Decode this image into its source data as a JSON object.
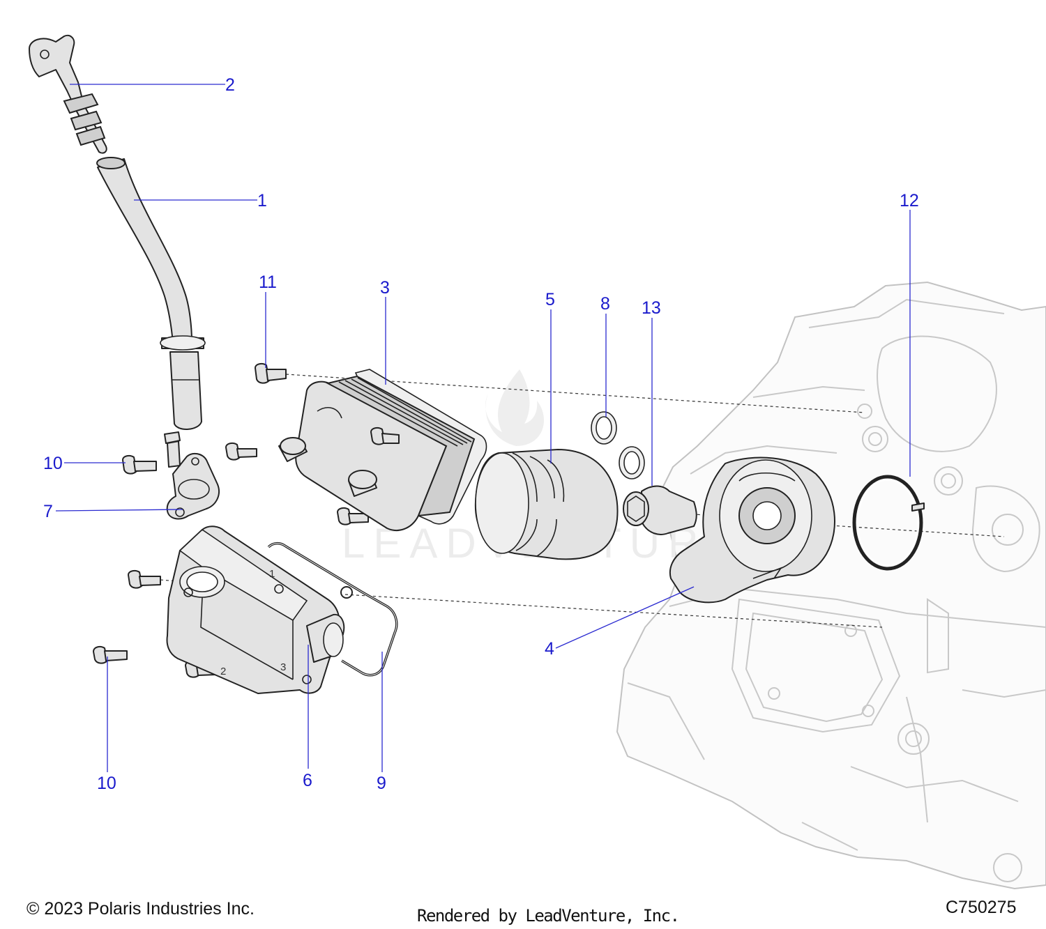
{
  "callouts": [
    {
      "id": "c1",
      "label": "1"
    },
    {
      "id": "c2",
      "label": "2"
    },
    {
      "id": "c3",
      "label": "3"
    },
    {
      "id": "c4",
      "label": "4"
    },
    {
      "id": "c5",
      "label": "5"
    },
    {
      "id": "c6",
      "label": "6"
    },
    {
      "id": "c7",
      "label": "7"
    },
    {
      "id": "c8",
      "label": "8"
    },
    {
      "id": "c9",
      "label": "9"
    },
    {
      "id": "c10a",
      "label": "10"
    },
    {
      "id": "c10b",
      "label": "10"
    },
    {
      "id": "c11",
      "label": "11"
    },
    {
      "id": "c12",
      "label": "12"
    },
    {
      "id": "c13",
      "label": "13"
    }
  ],
  "watermark": {
    "text": "LEADVENTURE"
  },
  "part_marks": {
    "m1": "1",
    "m2": "2",
    "m3": "3"
  },
  "footer": {
    "copyright": "© 2023 Polaris Industries Inc.",
    "rendered_by": "Rendered by LeadVenture, Inc.",
    "drawing_id": "C750275"
  },
  "colors": {
    "callout": "#1a1acc",
    "line": "#222222",
    "engine_ghost": "#c2c2c2"
  }
}
